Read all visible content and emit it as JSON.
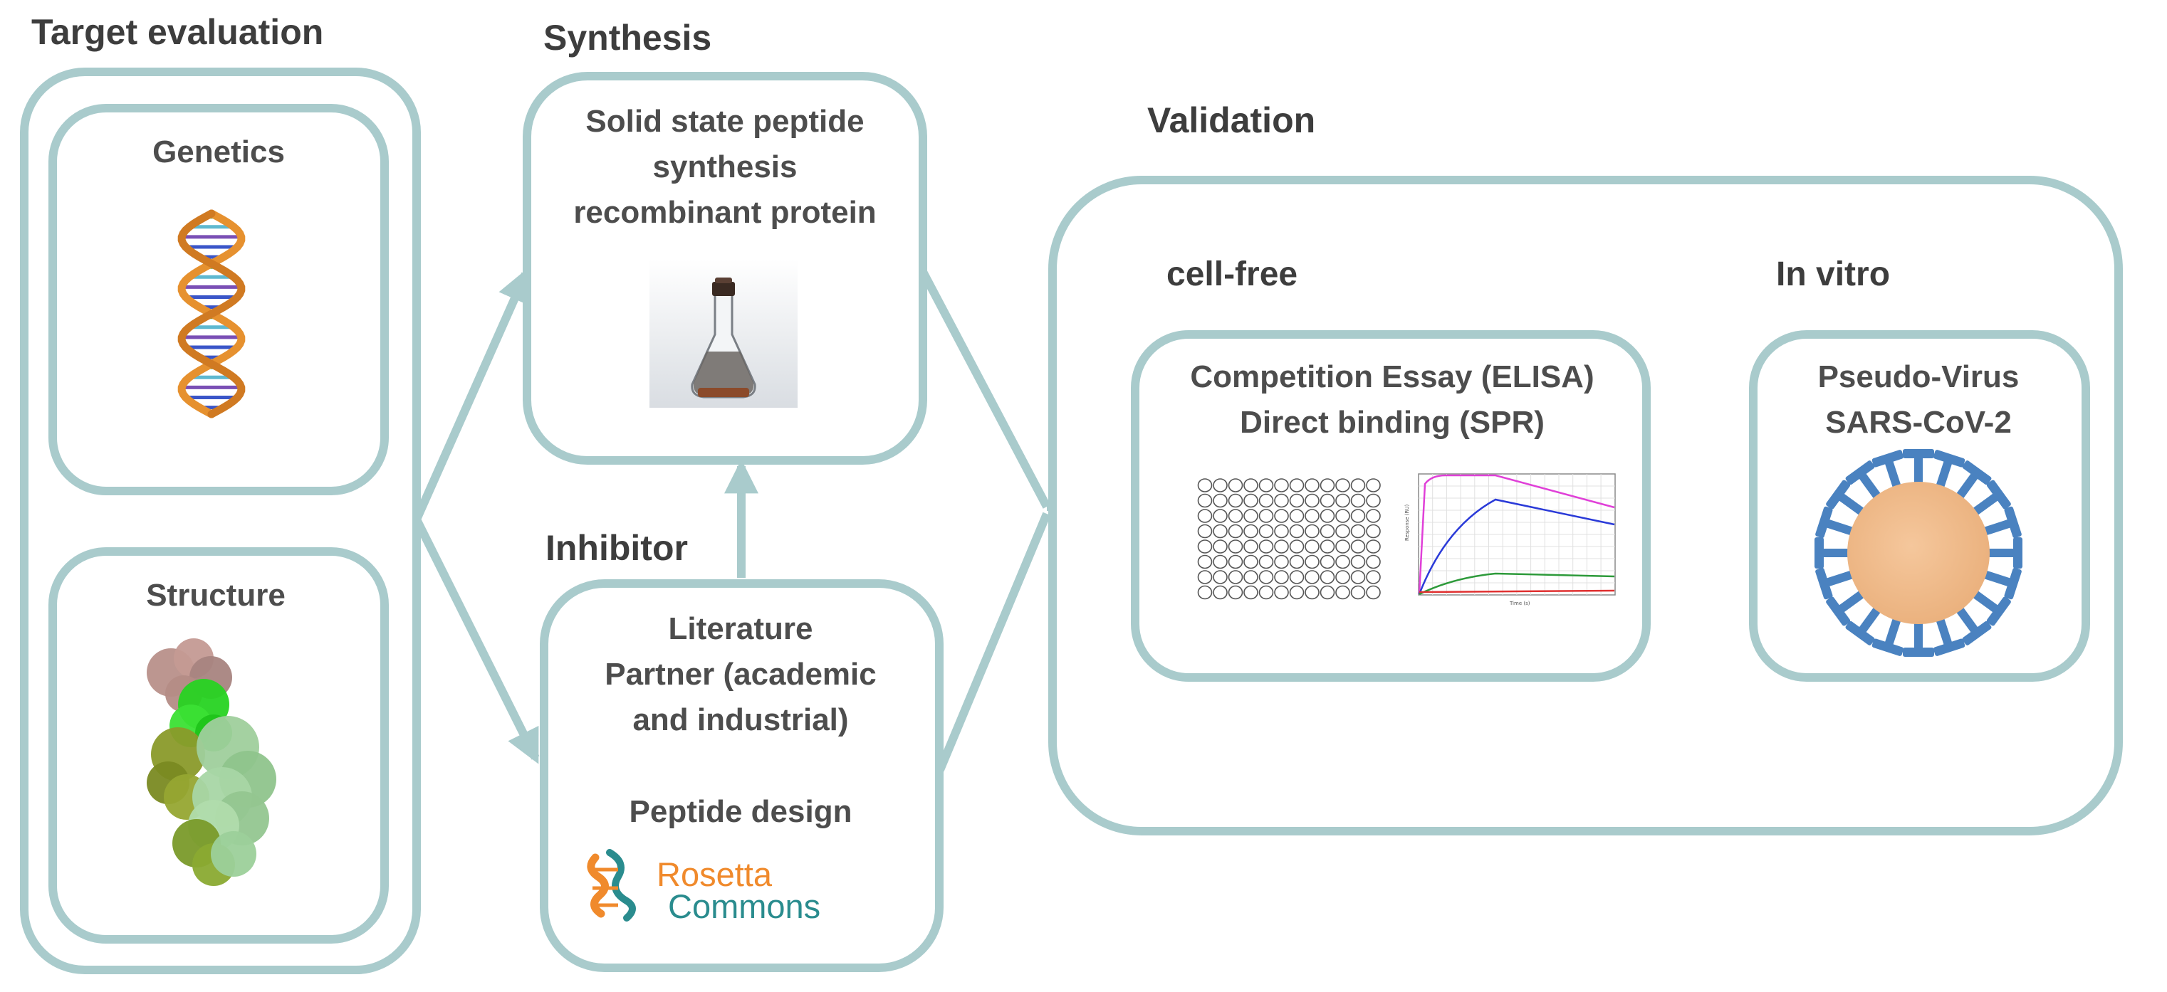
{
  "sections": {
    "target_evaluation": "Target evaluation",
    "synthesis": "Synthesis",
    "validation": "Validation",
    "inhibitor": "Inhibitor",
    "cell_free": "cell-free",
    "in_vitro": "In vitro"
  },
  "boxes": {
    "genetics": "Genetics",
    "structure": "Structure",
    "synthesis_lines": [
      "Solid state peptide",
      "synthesis",
      "recombinant protein"
    ],
    "inhibitor_lines": [
      "Literature",
      "Partner (academic",
      "and industrial)"
    ],
    "peptide_design": "Peptide design",
    "assay_lines": [
      "Competition Essay (ELISA)",
      "Direct binding (SPR)"
    ],
    "virus_lines": [
      "Pseudo-Virus",
      "SARS-CoV-2"
    ]
  },
  "logo": {
    "line1": "Rosetta",
    "line2": "Commons"
  },
  "colors": {
    "frame": "#a9cbcc",
    "text": "#4a4a4a",
    "virus_body": "#f1bc8a",
    "virus_spikes": "#4a82c0",
    "logo_orange": "#f08a2c",
    "logo_teal": "#2a8c8e"
  },
  "icons": [
    "dna-helix-icon",
    "protein-structure-icon",
    "flask-icon",
    "well-plate-icon",
    "spr-sensorgram-icon",
    "virus-icon",
    "rosetta-logo-icon"
  ]
}
